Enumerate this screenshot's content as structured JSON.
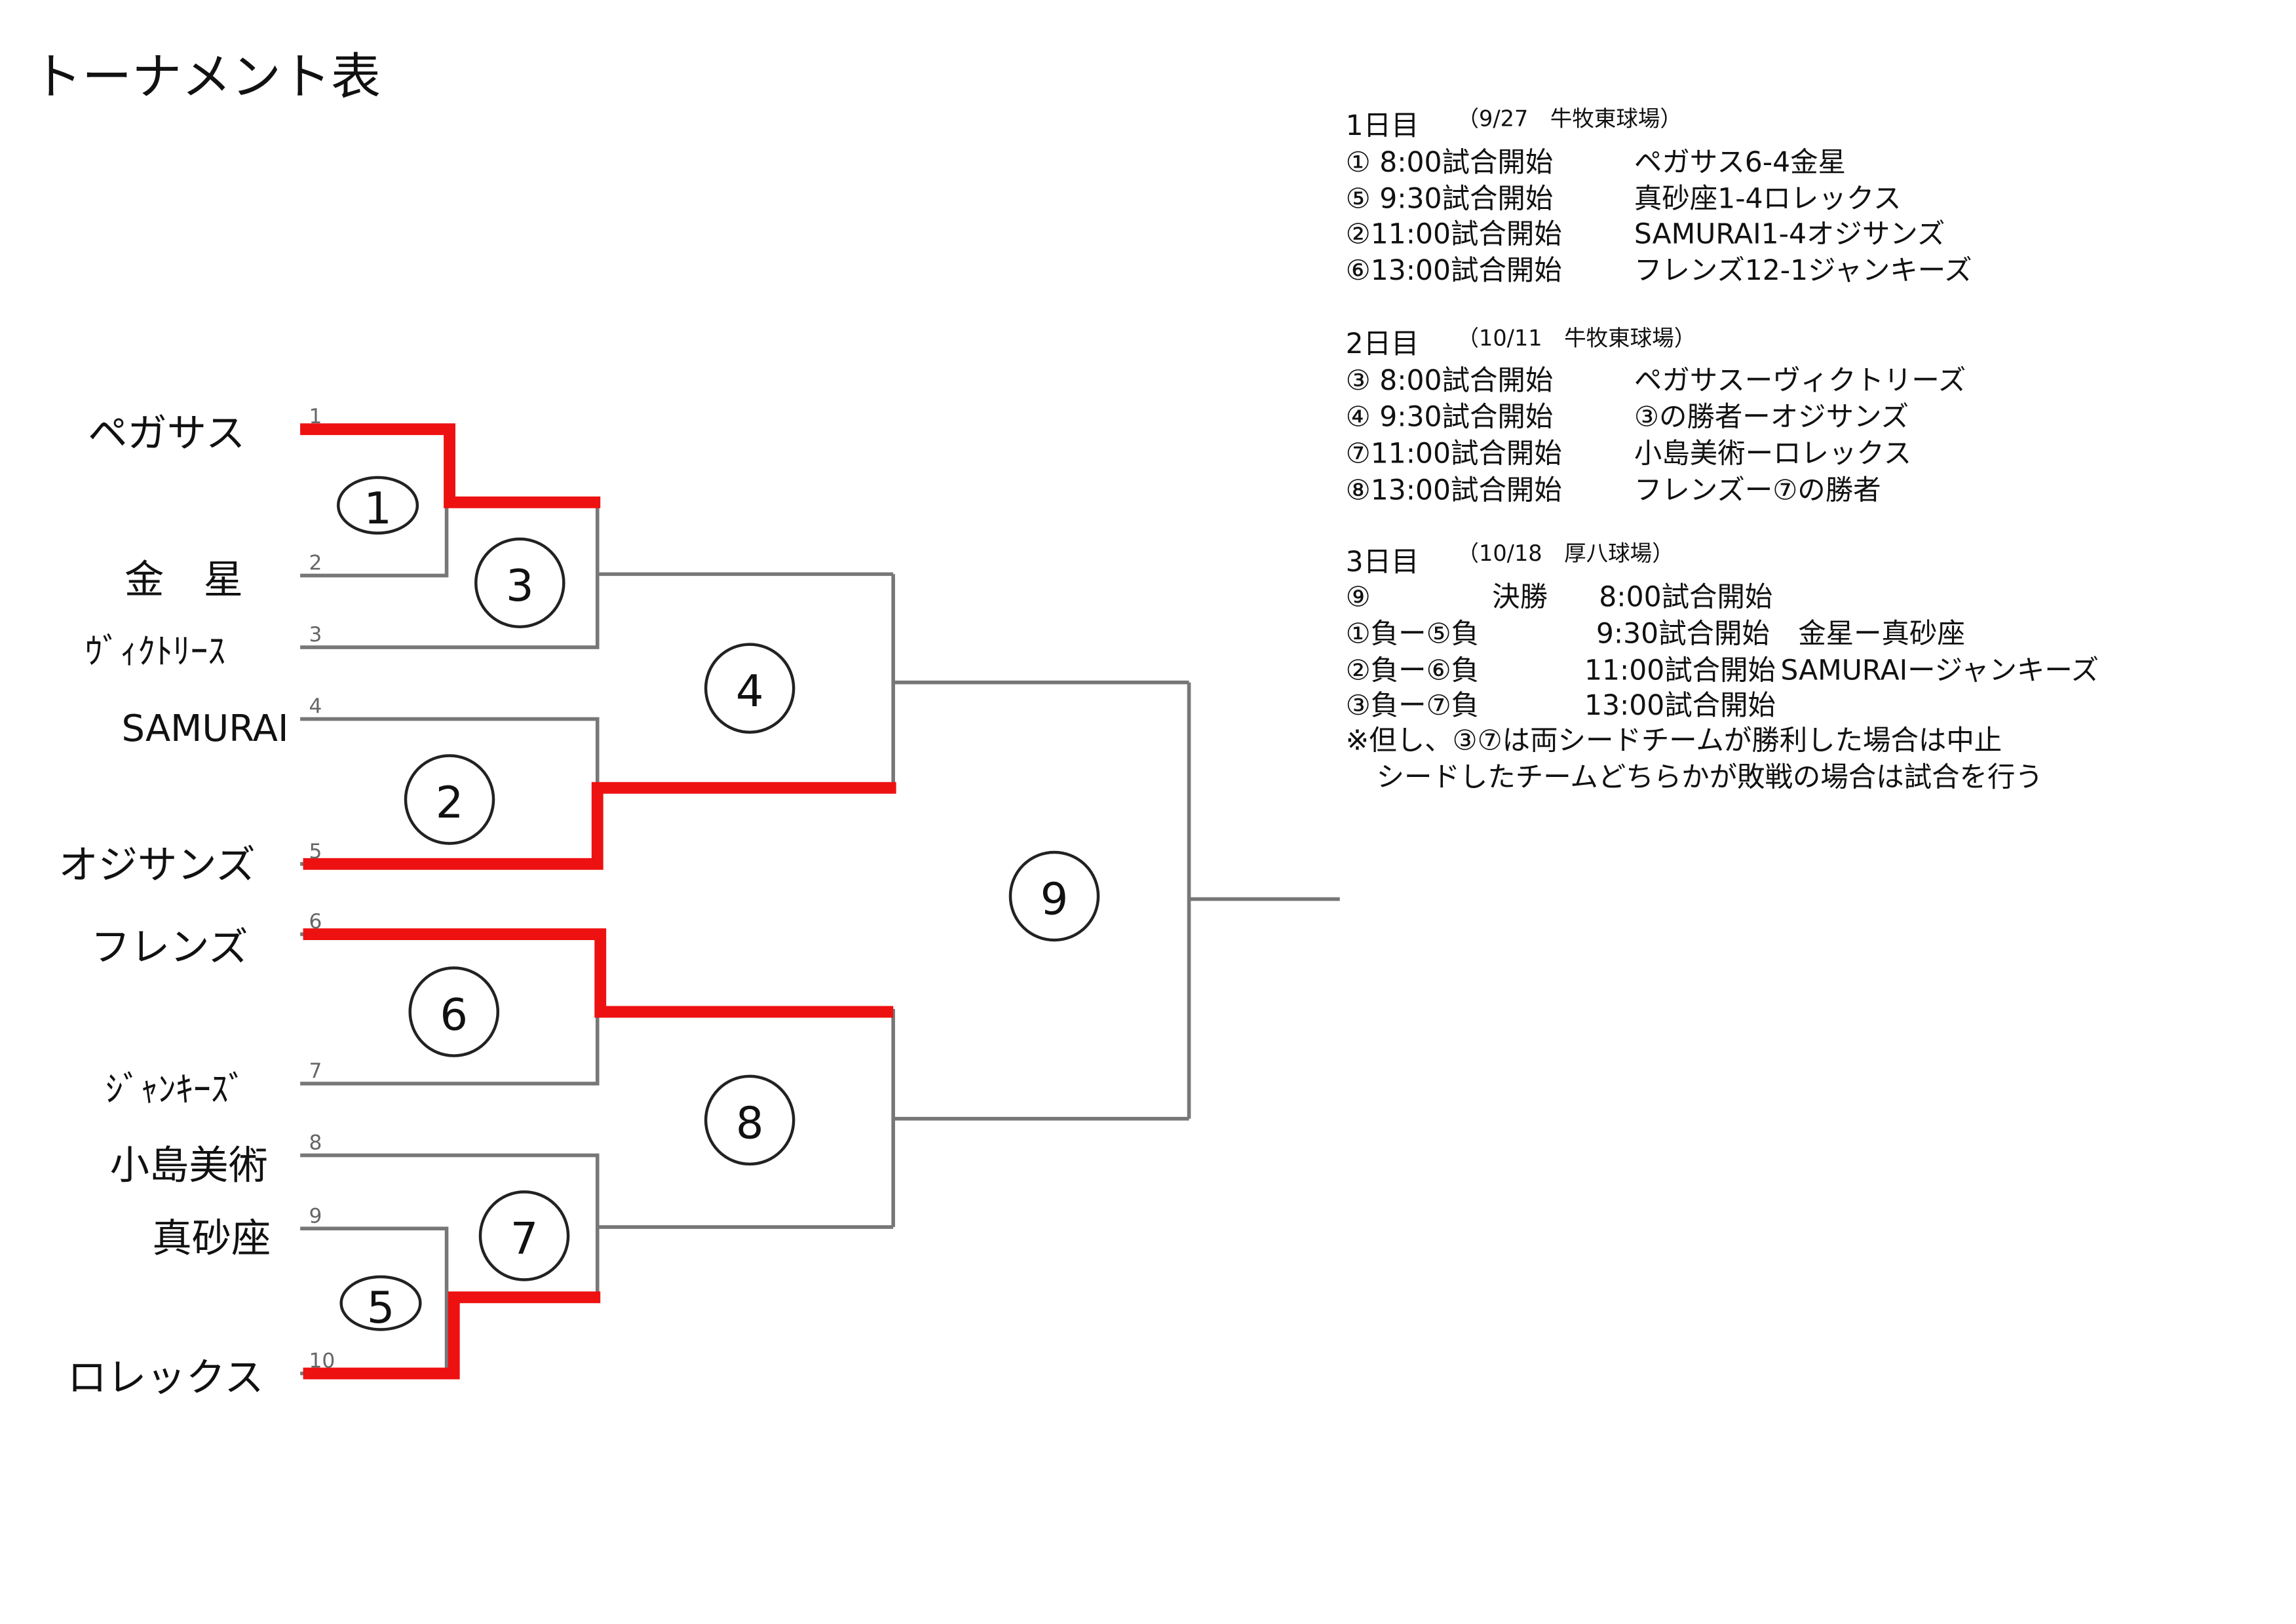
{
  "title": "トーナメント表",
  "teams": [
    {
      "seed": "1",
      "name": "ペガサス"
    },
    {
      "seed": "2",
      "name": "金　星"
    },
    {
      "seed": "3",
      "name": "ｳﾞｨｸﾄﾘｰｽ"
    },
    {
      "seed": "4",
      "name": "SAMURAI"
    },
    {
      "seed": "5",
      "name": "オジサンズ"
    },
    {
      "seed": "6",
      "name": "フレンズ"
    },
    {
      "seed": "7",
      "name": "ｼﾞｬﾝｷｰｽﾞ"
    },
    {
      "seed": "8",
      "name": "小島美術"
    },
    {
      "seed": "9",
      "name": "真砂座"
    },
    {
      "seed": "10",
      "name": "ロレックス"
    }
  ],
  "matches": [
    "1",
    "2",
    "3",
    "4",
    "5",
    "6",
    "7",
    "8",
    "9"
  ],
  "colors": {
    "winner_line": "#ee1111",
    "bracket_line": "#777777"
  },
  "schedule": {
    "day1": {
      "label": "1日目",
      "info": "（9/27　牛牧東球場）",
      "rows": [
        {
          "time": "① 8:00試合開始",
          "match": "ペガサス6-4金星"
        },
        {
          "time": "⑤ 9:30試合開始",
          "match": "真砂座1-4ロレックス"
        },
        {
          "time": "②11:00試合開始",
          "match": "SAMURAI1-4オジサンズ"
        },
        {
          "time": "⑥13:00試合開始",
          "match": "フレンズ12-1ジャンキーズ"
        }
      ]
    },
    "day2": {
      "label": "2日目",
      "info": "（10/11　牛牧東球場）",
      "rows": [
        {
          "time": "③ 8:00試合開始",
          "match": "ペガサスーヴィクトリーズ"
        },
        {
          "time": "④ 9:30試合開始",
          "match": "③の勝者ーオジサンズ"
        },
        {
          "time": "⑦11:00試合開始",
          "match": "小島美術ーロレックス"
        },
        {
          "time": "⑧13:00試合開始",
          "match": "フレンズー⑦の勝者"
        }
      ]
    },
    "day3": {
      "label": "3日目",
      "info": "（10/18　厚八球場）",
      "rows": [
        {
          "game": "⑨",
          "note": "決勝",
          "time": "8:00試合開始",
          "match": ""
        },
        {
          "game": "①負ー⑤負",
          "note": "",
          "time": "9:30試合開始",
          "match": "金星ー真砂座"
        },
        {
          "game": "②負ー⑥負",
          "note": "",
          "time": "11:00試合開始",
          "match": "SAMURAIージャンキーズ"
        },
        {
          "game": "③負ー⑦負",
          "note": "",
          "time": "13:00試合開始",
          "match": ""
        }
      ],
      "note1": "※但し、③⑦は両シードチームが勝利した場合は中止",
      "note2": "シードしたチームどちらかが敗戦の場合は試合を行う"
    }
  }
}
